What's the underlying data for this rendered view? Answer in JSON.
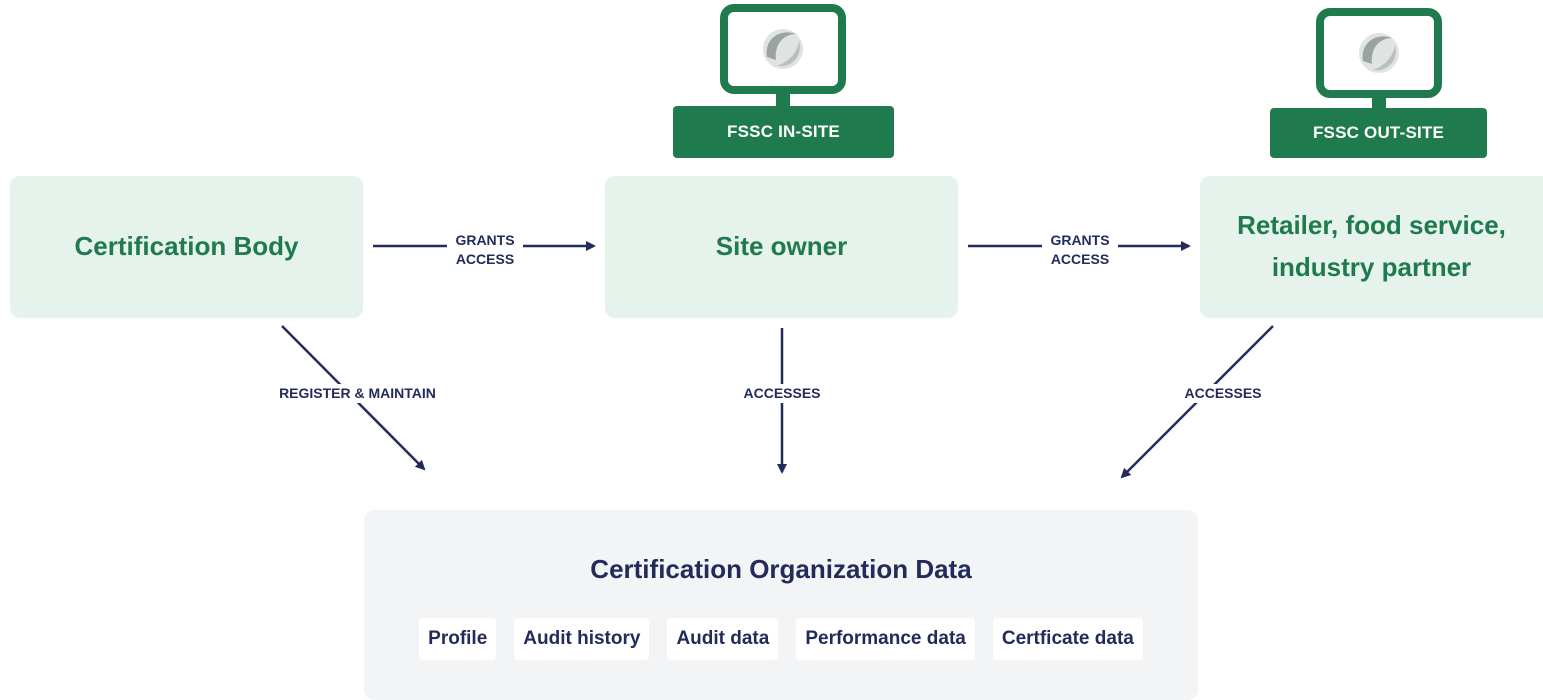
{
  "systems": {
    "in_site": {
      "label": "FSSC IN-SITE",
      "icon": "monitor-logo-icon"
    },
    "out_site": {
      "label": "FSSC OUT-SITE",
      "icon": "monitor-logo-icon"
    }
  },
  "roles": {
    "certification_body": "Certification Body",
    "site_owner": "Site owner",
    "retailer": "Retailer, food service, industry partner"
  },
  "connections": {
    "cb_to_owner": "GRANTS\nACCESS",
    "owner_to_retailer": "GRANTS\nACCESS",
    "cb_to_data": "REGISTER & MAINTAIN",
    "owner_to_data": "ACCESSES",
    "retailer_to_data": "ACCESSES"
  },
  "data_panel": {
    "title": "Certification Organization Data",
    "items": [
      "Profile",
      "Audit history",
      "Audit data",
      "Performance data",
      "Certficate data"
    ]
  },
  "colors": {
    "brand_green": "#1f7a4d",
    "light_green": "#e6f2ec",
    "navy": "#232b5b",
    "panel_gray": "#f3f4f6"
  }
}
